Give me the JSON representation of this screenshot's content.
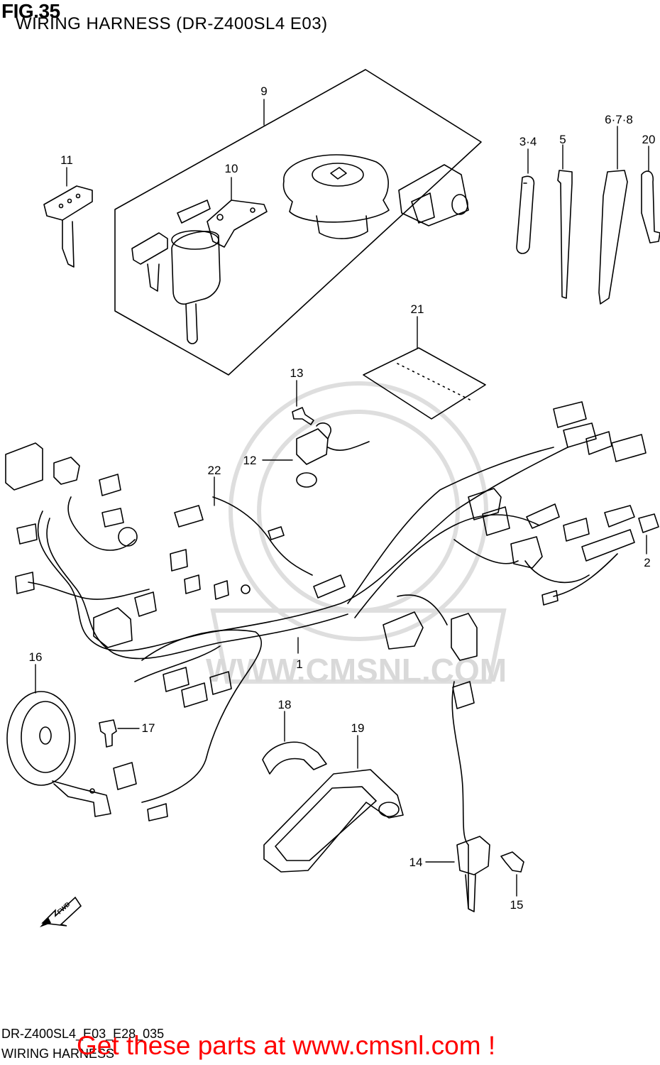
{
  "figure": {
    "title": "FIG.35",
    "subtitle": "WIRING HARNESS (DR-Z400SL4 E03)"
  },
  "watermark": {
    "text": "WWW.CMSNL.COM",
    "color": "#d9d9d9"
  },
  "callouts": [
    "1",
    "2",
    "3·4",
    "5",
    "6·7·8",
    "9",
    "10",
    "11",
    "12",
    "13",
    "14",
    "15",
    "16",
    "17",
    "18",
    "19",
    "20",
    "21",
    "22"
  ],
  "footer": {
    "code": "DR-Z400SL4_E03_E28_035",
    "label": "WIRING HARNESS",
    "promo": "Get these parts at www.cmsnl.com !",
    "promo_color": "#ff0000"
  },
  "icons": [
    "fwd-arrow-icon"
  ]
}
